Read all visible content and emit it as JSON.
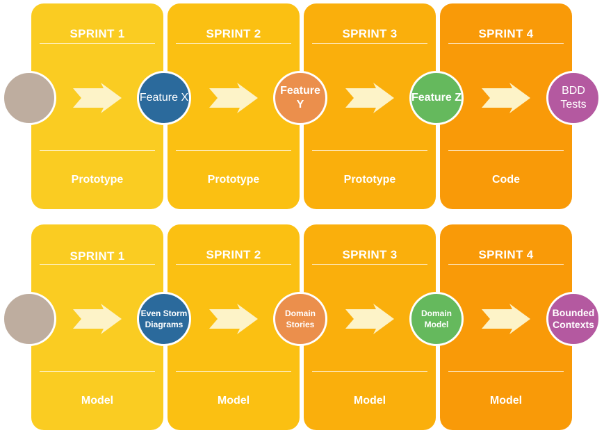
{
  "colors": {
    "sprint1": "#FACC22",
    "sprint2": "#FBC012",
    "sprint3": "#FAAF0C",
    "sprint4": "#F99A08",
    "start_node": "#BEAD9F",
    "node_blue": "#2B6A9C",
    "node_orange": "#EB8F4C",
    "node_green": "#65B95D",
    "node_purple": "#B459A0",
    "arrow": "#FDF3C8"
  },
  "top_row": {
    "sprints": [
      {
        "title": "SPRINT 1",
        "footer": "Prototype"
      },
      {
        "title": "SPRINT 2",
        "footer": "Prototype"
      },
      {
        "title": "SPRINT 3",
        "footer": "Prototype"
      },
      {
        "title": "SPRINT 4",
        "footer": "Code"
      }
    ],
    "nodes": [
      {
        "label": ""
      },
      {
        "label": "Feature X"
      },
      {
        "label": "Feature Y"
      },
      {
        "label": "Feature Z"
      },
      {
        "label": "BDD Tests"
      }
    ]
  },
  "bottom_row": {
    "sprints": [
      {
        "title": "SPRINT 1",
        "footer": "Model"
      },
      {
        "title": "SPRINT 2",
        "footer": "Model"
      },
      {
        "title": "SPRINT 3",
        "footer": "Model"
      },
      {
        "title": "SPRINT 4",
        "footer": "Model"
      }
    ],
    "nodes": [
      {
        "label": ""
      },
      {
        "label": "Even Storm Diagrams"
      },
      {
        "label": "Domain Stories"
      },
      {
        "label": "Domain Model"
      },
      {
        "label": "Bounded Contexts"
      }
    ]
  }
}
